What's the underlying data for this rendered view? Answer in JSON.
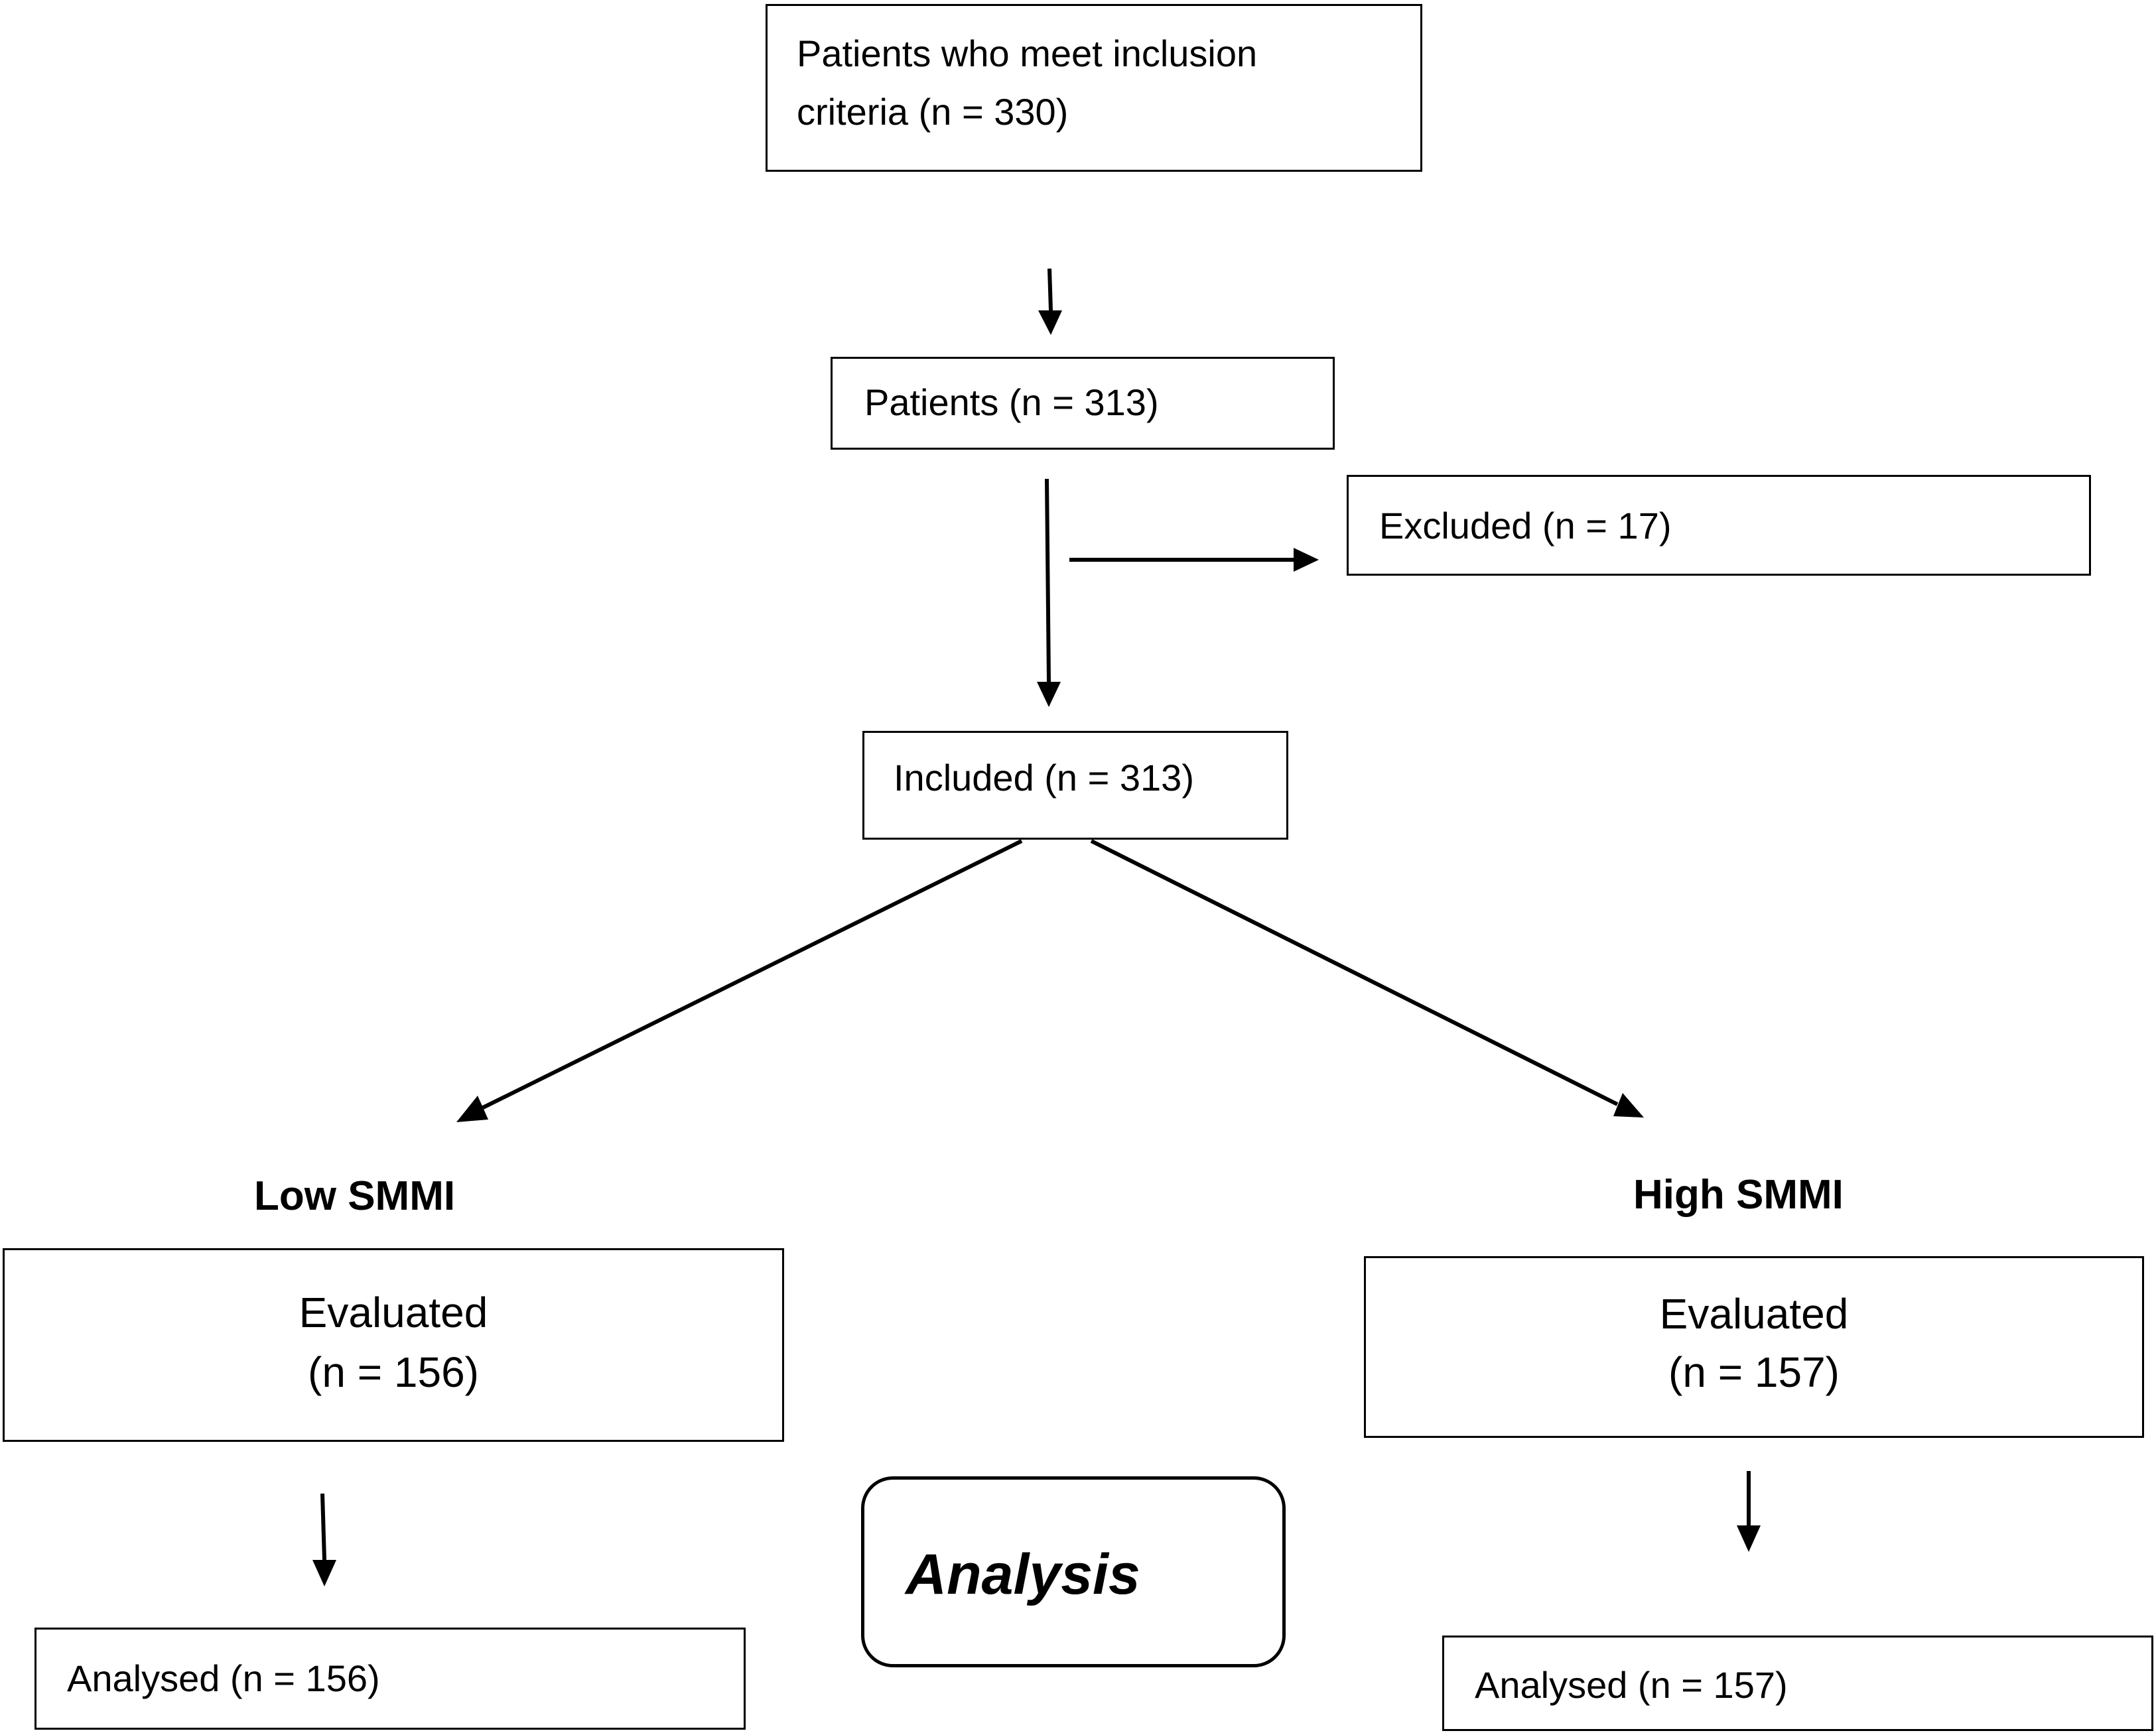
{
  "nodes": {
    "eligible": {
      "line1": "Patients who meet inclusion",
      "line2": "criteria (n = 330)"
    },
    "patients": {
      "label": "Patients (n = 313)"
    },
    "excluded": {
      "label": "Excluded (n = 17)"
    },
    "included": {
      "label": "Included (n = 313)"
    },
    "low_group": {
      "heading": "Low SMMI",
      "evaluated_label": "Evaluated",
      "evaluated_count": "(n = 156)",
      "analysed_label": "Analysed (n = 156)"
    },
    "high_group": {
      "heading": "High SMMI",
      "evaluated_label": "Evaluated",
      "evaluated_count": "(n = 157)",
      "analysed_label": "Analysed (n = 157)"
    },
    "analysis": {
      "label": "Analysis"
    }
  },
  "edges": [
    {
      "from": "eligible",
      "to": "patients"
    },
    {
      "from": "patients",
      "to": "included"
    },
    {
      "from": "patients",
      "to": "excluded"
    },
    {
      "from": "included",
      "to": "low_group"
    },
    {
      "from": "included",
      "to": "high_group"
    },
    {
      "from": "low_group.evaluated",
      "to": "low_group.analysed"
    },
    {
      "from": "high_group.evaluated",
      "to": "high_group.analysed"
    }
  ]
}
